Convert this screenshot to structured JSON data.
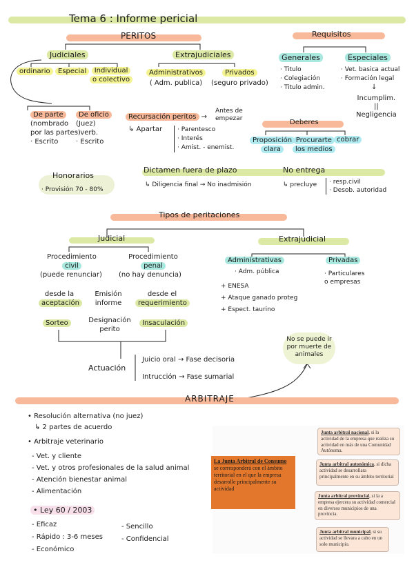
{
  "title": "Tema 6 : Informe pericial",
  "peritos": {
    "header": "PERITOS",
    "judiciales": "Judiciales",
    "ordinario": "ordinario",
    "especial": "Especial",
    "individual": "Individual",
    "colectivo": "o colectivo",
    "extrajudiciales": "Extrajudiciales",
    "administrativos": "Administrativos",
    "adm_publica": "( Adm. publica)",
    "privados": "Privados",
    "seguro_privado": "(seguro privado)",
    "de_parte": "De parte",
    "nombrado": "(nombrado",
    "por_las_partes": "por las partes)",
    "escrito1": "· Escrito",
    "de_oficio": "De oficio",
    "juez": "(Juez)",
    "verb": "· verb.",
    "escrito2": "· Escrito"
  },
  "recusacion": {
    "label": "Recursación peritos",
    "antes": "Antes de",
    "empezar": "empezar",
    "apartar": "↳ Apartar",
    "items": [
      "· Parentesco",
      "· Interés",
      "· Amist. - enemist."
    ]
  },
  "requisitos": {
    "header": "Requisitos",
    "generales": "Generales",
    "gen_items": [
      "· Titulo",
      "· Colegiación",
      "· Titulo admin."
    ],
    "especiales": "Especiales",
    "esp_items": [
      "· Vet. basica actual",
      "· Formación legal"
    ],
    "arrow": "↓",
    "incumplim": "Incumplim.",
    "equiv": "||",
    "negligencia": "Negligencia"
  },
  "deberes": {
    "header": "Deberes",
    "proposicion": "Proposición",
    "clara": "clara",
    "procurarte": "Procurarte",
    "los_medios": "los medios",
    "cobrar": "cobrar"
  },
  "honorarios": {
    "header": "Honorarios",
    "provision": "· Provisión 70 - 80%"
  },
  "dictamen": {
    "label": "Dictamen fuera de plazo",
    "diligencia": "↳ Diligencia final → No inadmisión"
  },
  "no_entrega": {
    "label": "No entrega",
    "precluye": "↳ precluye",
    "resp_civil": "· resp.civil",
    "desob": "· Desob. autoridad"
  },
  "tipos": {
    "header": "Tipos de peritaciones",
    "judicial": "Judicial",
    "proc_civil_1": "Procedimiento",
    "proc_civil_2": "civil",
    "renunciar": "(puede renunciar)",
    "proc_penal_1": "Procedimiento",
    "proc_penal_2": "penal",
    "no_denuncia": "(no hay denuncia)",
    "desde_la": "desde la",
    "aceptacion": "aceptación",
    "emision": "Emisión",
    "informe": "informe",
    "desde_el": "desde el",
    "requerimiento": "requerimiento",
    "sorteo": "Sorteo",
    "designacion_1": "Designación",
    "designacion_2": "perito",
    "insaculacion": "Insaculación",
    "actuacion": "Actuación",
    "juicio_oral": "Juicio oral → Fase decisoria",
    "instruccion": "Intrucción → Fase sumarial",
    "extrajudicial": "Extrajudicial",
    "administrativas": "Administrativas",
    "adm_publica": "· Adm. pública",
    "enesa": "+ ENESA",
    "ataque": "+ Ataque ganado proteg",
    "espect": "+ Espect. taurino",
    "privadas": "Privadas",
    "particulares": "· Particulares",
    "empresas": "o empresas",
    "no_se_puede_1": "No se puede ir",
    "no_se_puede_2": "por muerte de",
    "no_se_puede_3": "animales"
  },
  "arbitraje": {
    "header": "ARBITRAJE",
    "resolucion": "• Resolución alternativa (no juez)",
    "partes": "↳ 2 partes de acuerdo",
    "arbitraje_vet": "• Arbitraje veterinario",
    "items": [
      "- Vet. y cliente",
      "- Vet. y otros profesionales de la salud animal",
      "- Atención bienestar animal",
      "- Alimentación"
    ],
    "ley": "• Ley 60 / 2003",
    "ley_left": [
      "- Eficaz",
      "- Rápido : 3-6 meses",
      "- Económico"
    ],
    "ley_right": [
      "- Sencillo",
      "- Confidencial"
    ]
  },
  "junta": {
    "main_title": "La Junta Arbitral de Consumo",
    "main_text": "se corresponderá con el ámbito territorial en el que la empresa desarrolle principalmente su actividad",
    "nacional_title": "Junta arbitral nacional",
    "nacional_text": ", si la actividad de la empresa que realiza su actividad en más de una Comunidad Autónoma.",
    "autonomica_title": "Junta arbitral autonómica",
    "autonomica_text": ", si dicha actividad se desarrollara principalmente en su ámbito territorial",
    "provincial_title": "Junta arbitral provincial",
    "provincial_text": ", si la a empresa ejercera su actividad comercial en diversos municipios de una provincia.",
    "municipal_title": "Junta arbitral municipal",
    "municipal_text": ", si su actividad se llevara a cabo en un solo municipio."
  },
  "colors": {
    "green": "#dbe9a4",
    "orange": "#f7b99a",
    "teal": "#a9e8df",
    "yellow": "#f4f391",
    "box_orange": "#e3782d"
  }
}
